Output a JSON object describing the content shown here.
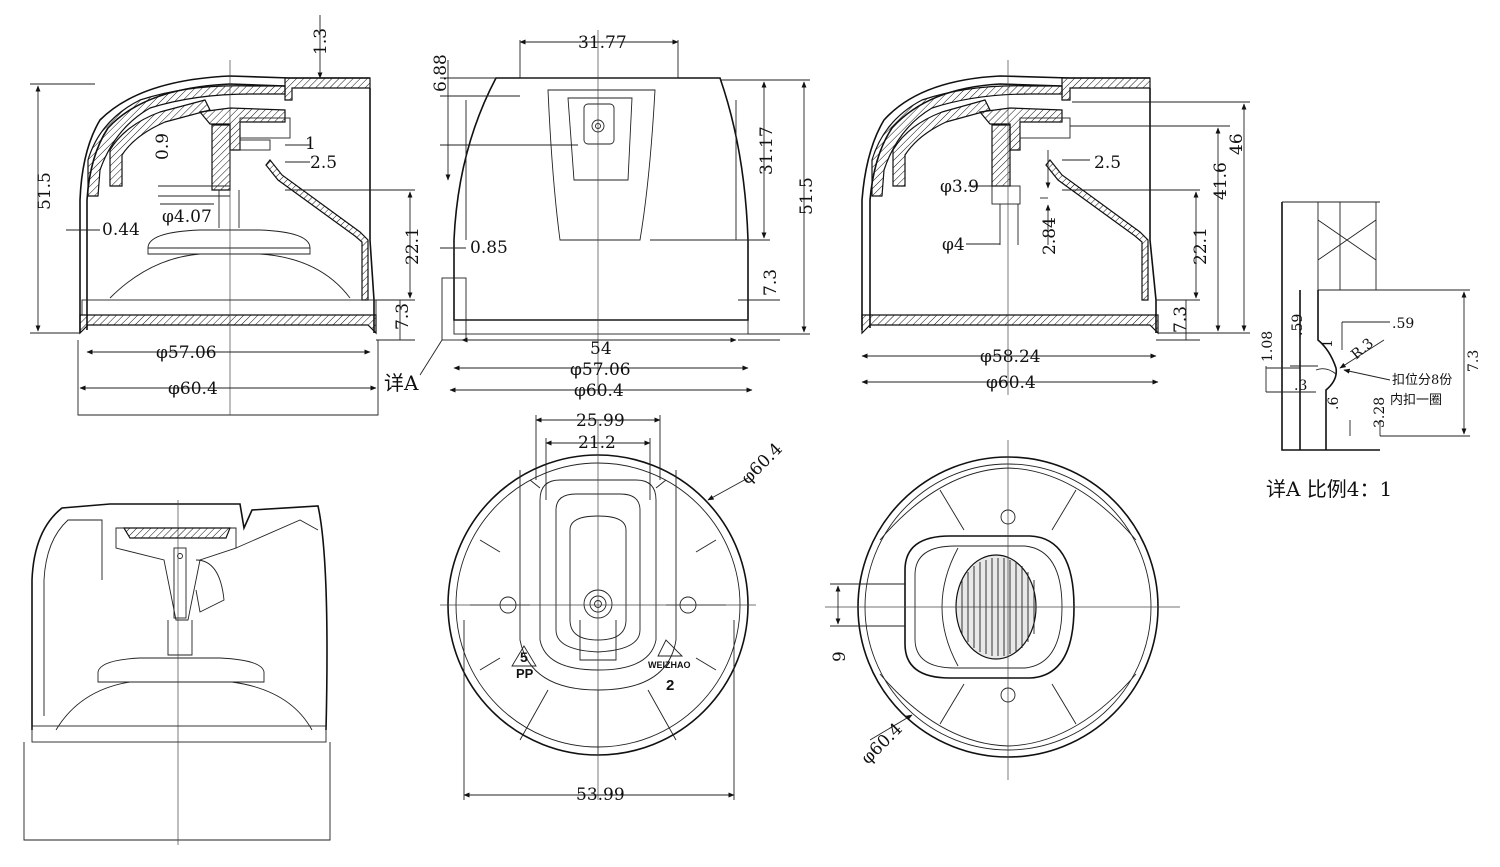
{
  "drawing": {
    "front_section_left": {
      "dims": [
        "1.3",
        "51.5",
        "0.9",
        "1",
        "2.5",
        "φ4.07",
        "0.44",
        "22.1",
        "7.3",
        "φ57.06",
        "φ60.4"
      ]
    },
    "front_outside": {
      "dims": [
        "31.77",
        "6.88",
        "31.17",
        "51.5",
        "0.85",
        "7.3",
        "54",
        "φ57.06",
        "φ60.4"
      ],
      "detail_callout": "详A"
    },
    "front_section_right": {
      "dims": [
        "2.5",
        "φ3.9",
        "41.6",
        "46",
        "φ4",
        "2.84",
        "22.1",
        "7.3",
        "φ58.24",
        "φ60.4"
      ]
    },
    "detail_a": {
      "dims": [
        "1.08",
        ".59",
        "1",
        "R.3",
        ".59",
        "7.3",
        ".3",
        ".6",
        "3.28"
      ],
      "notes": [
        "扣位分8份",
        "内扣一圈"
      ],
      "caption": "详A 比例4：1"
    },
    "bottom_view": {
      "dims": [
        "25.99",
        "21.2",
        "φ60.4",
        "53.99"
      ],
      "recycle_code": "5",
      "recycle_material": "PP",
      "brand_mark": "WEIZHAO",
      "cavity_number": "2"
    },
    "top_view": {
      "dims": [
        "9",
        "φ60.4"
      ]
    }
  }
}
